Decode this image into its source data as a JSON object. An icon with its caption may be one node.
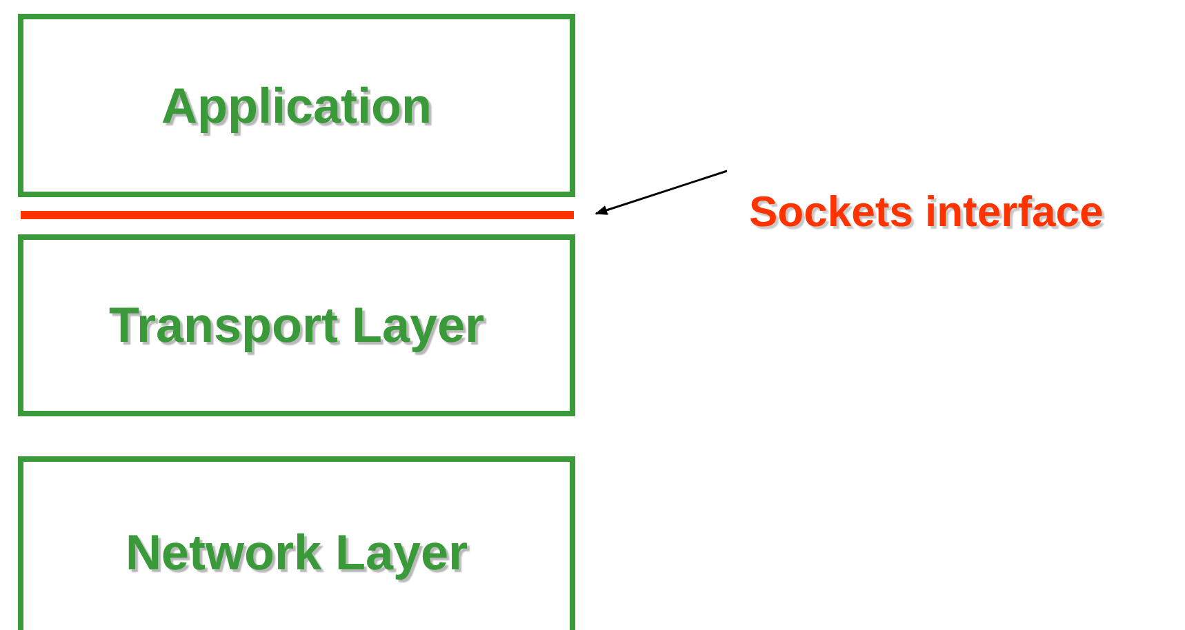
{
  "diagram": {
    "nodes": [
      {
        "text": [
          "Application"
        ]
      },
      {
        "text": [
          "Sockets interface"
        ]
      },
      {
        "text": [],
        "shape": "bar"
      },
      {
        "text": [
          "Transport Layer"
        ]
      },
      {
        "text": [
          "Network Layer"
        ]
      }
    ],
    "edges": [
      {
        "from": 1,
        "to": 2,
        "arrow": "to"
      }
    ]
  }
}
